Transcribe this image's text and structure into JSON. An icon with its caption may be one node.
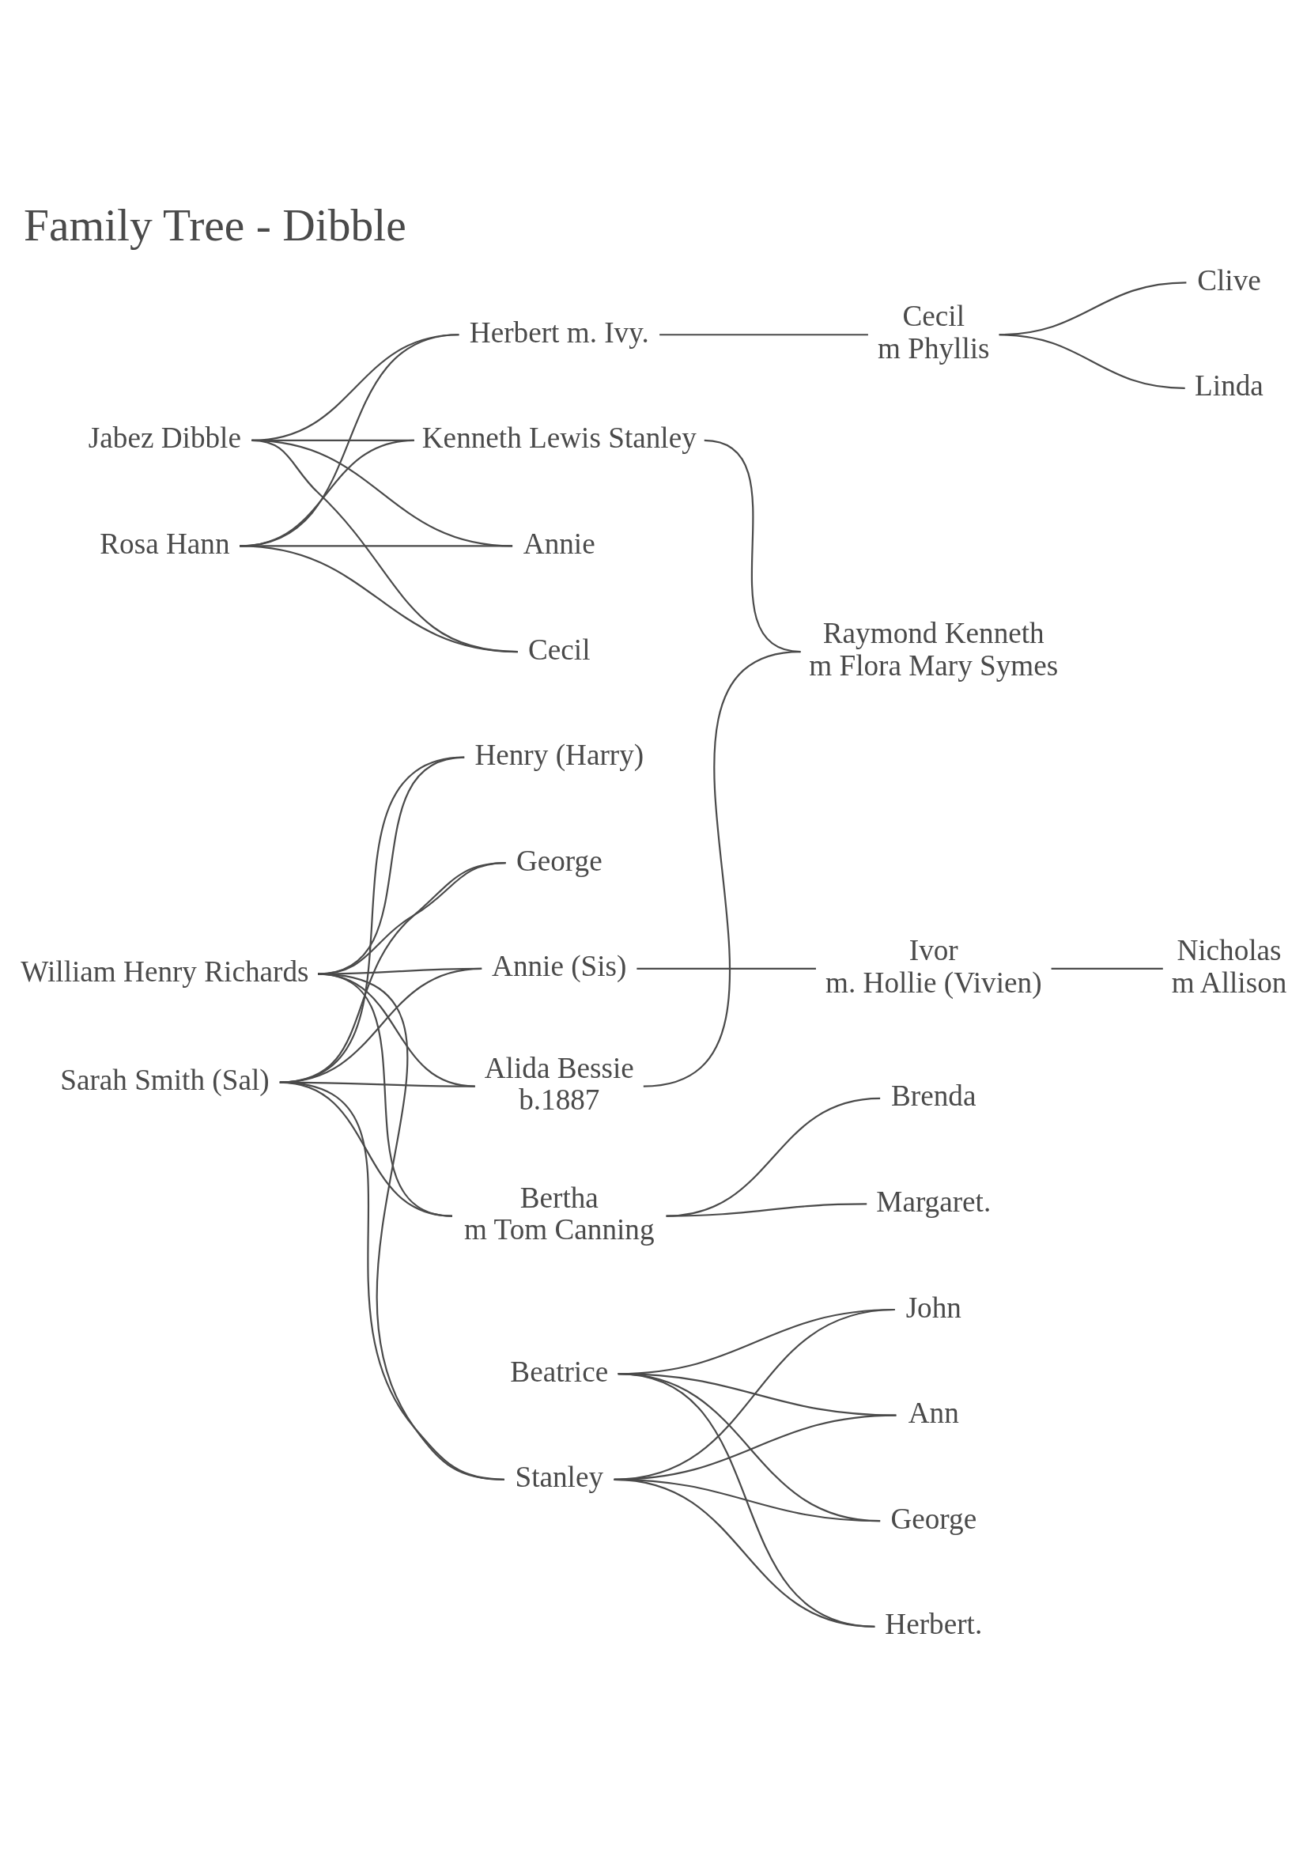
{
  "diagram": {
    "title": "Family Tree - Dibble",
    "nodes": [
      {
        "text": [
          "Jabez Dibble"
        ]
      },
      {
        "text": [
          "Rosa Hann"
        ]
      },
      {
        "text": [
          "Herbert m. Ivy."
        ]
      },
      {
        "text": [
          "Kenneth Lewis Stanley"
        ]
      },
      {
        "text": [
          "Annie"
        ]
      },
      {
        "text": [
          "Cecil"
        ]
      },
      {
        "text": [
          "Cecil",
          "m Phyllis"
        ]
      },
      {
        "text": [
          "Clive"
        ]
      },
      {
        "text": [
          "Linda"
        ]
      },
      {
        "text": [
          "Raymond Kenneth",
          "m Flora Mary Symes"
        ]
      },
      {
        "text": [
          "William Henry Richards"
        ]
      },
      {
        "text": [
          "Sarah Smith (Sal)"
        ]
      },
      {
        "text": [
          "Henry (Harry)"
        ]
      },
      {
        "text": [
          "George"
        ]
      },
      {
        "text": [
          "Annie (Sis)"
        ]
      },
      {
        "text": [
          "Alida Bessie",
          "b.1887"
        ]
      },
      {
        "text": [
          "Bertha",
          "m Tom Canning"
        ]
      },
      {
        "text": [
          "Stanley"
        ]
      },
      {
        "text": [
          "Beatrice"
        ]
      },
      {
        "text": [
          "Ivor",
          "m. Hollie (Vivien)"
        ]
      },
      {
        "text": [
          "Nicholas",
          "m Allison"
        ]
      },
      {
        "text": [
          "Brenda"
        ]
      },
      {
        "text": [
          "Margaret."
        ]
      },
      {
        "text": [
          "John"
        ]
      },
      {
        "text": [
          "Ann"
        ]
      },
      {
        "text": [
          "George"
        ]
      },
      {
        "text": [
          "Herbert."
        ]
      }
    ],
    "edges": [
      {
        "from": 0,
        "to": 2,
        "arrow": "none"
      },
      {
        "from": 0,
        "to": 3,
        "arrow": "none"
      },
      {
        "from": 0,
        "to": 4,
        "arrow": "none"
      },
      {
        "from": 0,
        "to": 5,
        "arrow": "none"
      },
      {
        "from": 1,
        "to": 2,
        "arrow": "none"
      },
      {
        "from": 1,
        "to": 3,
        "arrow": "none"
      },
      {
        "from": 1,
        "to": 4,
        "arrow": "none"
      },
      {
        "from": 1,
        "to": 5,
        "arrow": "none"
      },
      {
        "from": 2,
        "to": 6,
        "arrow": "none"
      },
      {
        "from": 6,
        "to": 7,
        "arrow": "none"
      },
      {
        "from": 6,
        "to": 8,
        "arrow": "none"
      },
      {
        "from": 3,
        "to": 9,
        "arrow": "none"
      },
      {
        "from": 15,
        "to": 9,
        "arrow": "none"
      },
      {
        "from": 10,
        "to": 12,
        "arrow": "none"
      },
      {
        "from": 10,
        "to": 13,
        "arrow": "none"
      },
      {
        "from": 10,
        "to": 14,
        "arrow": "none"
      },
      {
        "from": 10,
        "to": 15,
        "arrow": "none"
      },
      {
        "from": 10,
        "to": 16,
        "arrow": "none"
      },
      {
        "from": 10,
        "to": 17,
        "arrow": "none"
      },
      {
        "from": 11,
        "to": 12,
        "arrow": "none"
      },
      {
        "from": 11,
        "to": 13,
        "arrow": "none"
      },
      {
        "from": 11,
        "to": 14,
        "arrow": "none"
      },
      {
        "from": 11,
        "to": 15,
        "arrow": "none"
      },
      {
        "from": 11,
        "to": 16,
        "arrow": "none"
      },
      {
        "from": 11,
        "to": 17,
        "arrow": "none"
      },
      {
        "from": 14,
        "to": 19,
        "arrow": "none"
      },
      {
        "from": 19,
        "to": 20,
        "arrow": "none"
      },
      {
        "from": 16,
        "to": 21,
        "arrow": "none"
      },
      {
        "from": 16,
        "to": 22,
        "arrow": "none"
      },
      {
        "from": 17,
        "to": 23,
        "arrow": "none"
      },
      {
        "from": 17,
        "to": 24,
        "arrow": "none"
      },
      {
        "from": 17,
        "to": 25,
        "arrow": "none"
      },
      {
        "from": 17,
        "to": 26,
        "arrow": "none"
      },
      {
        "from": 18,
        "to": 23,
        "arrow": "none"
      },
      {
        "from": 18,
        "to": 24,
        "arrow": "none"
      },
      {
        "from": 18,
        "to": 25,
        "arrow": "none"
      },
      {
        "from": 18,
        "to": 26,
        "arrow": "none"
      }
    ]
  }
}
